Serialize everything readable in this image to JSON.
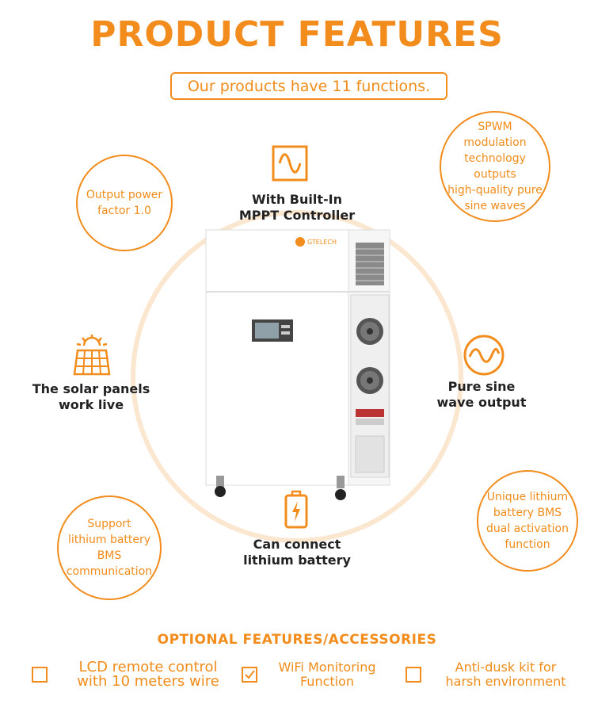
{
  "header": {
    "title": "PRODUCT FEATURES",
    "subtitle": "Our products have 11 functions."
  },
  "features": {
    "mppt": {
      "icon": "sine-wave-box-icon",
      "label": "With Built-In\nMPPT Controller"
    },
    "solar": {
      "icon": "solar-panel-icon",
      "label": "The solar panels\nwork live"
    },
    "sine": {
      "icon": "sine-wave-circle-icon",
      "label": "Pure sine\nwave output"
    },
    "lithium": {
      "icon": "battery-charge-icon",
      "label": "Can connect\nlithium battery"
    }
  },
  "bubbles": {
    "power_factor": "Output power\nfactor 1.0",
    "spwm": "SPWM\nmodulation\ntechnology outputs\nhigh-quality pure\nsine waves",
    "bms_comm": "Support\nlithium battery\nBMS\ncommunication",
    "bms_dual": "Unique lithium\nbattery BMS\ndual activation\nfunction"
  },
  "product": {
    "brand": "GTELECH"
  },
  "optional": {
    "title": "OPTIONAL FEATURES/ACCESSORIES",
    "items": [
      {
        "label": "LCD remote control\nwith 10 meters wire",
        "checked": false
      },
      {
        "label": "WiFi Monitoring\nFunction",
        "checked": true
      },
      {
        "label": "Anti-dusk kit for\nharsh environment",
        "checked": false
      }
    ]
  },
  "colors": {
    "accent": "#f28c1c",
    "ring": "#fbe6cf",
    "label": "#222222"
  }
}
